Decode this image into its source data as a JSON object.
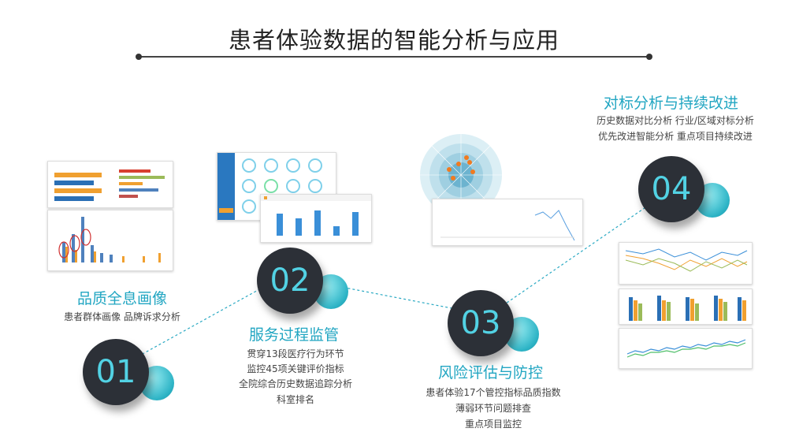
{
  "title": "患者体验数据的智能分析与应用",
  "sections": [
    {
      "number": "01",
      "heading": "品质全息画像",
      "lines": [
        "患者群体画像  品牌诉求分析"
      ]
    },
    {
      "number": "02",
      "heading": "服务过程监管",
      "lines": [
        "贯穿13段医疗行为环节",
        "监控45项关键评价指标",
        "全院综合历史数据追踪分析",
        "科室排名"
      ]
    },
    {
      "number": "03",
      "heading": "风险评估与防控",
      "lines": [
        "患者体验17个管控指标品质指数",
        "薄弱环节问题排查",
        "重点项目监控"
      ]
    },
    {
      "number": "04",
      "heading": "对标分析与持续改进",
      "lines": [
        "历史数据对比分析  行业/区域对标分析",
        "优先改进智能分析  重点项目持续改进"
      ]
    }
  ],
  "colors": {
    "accent": "#22a6c2",
    "circle": "#2c3037",
    "number": "#52d2e4"
  }
}
